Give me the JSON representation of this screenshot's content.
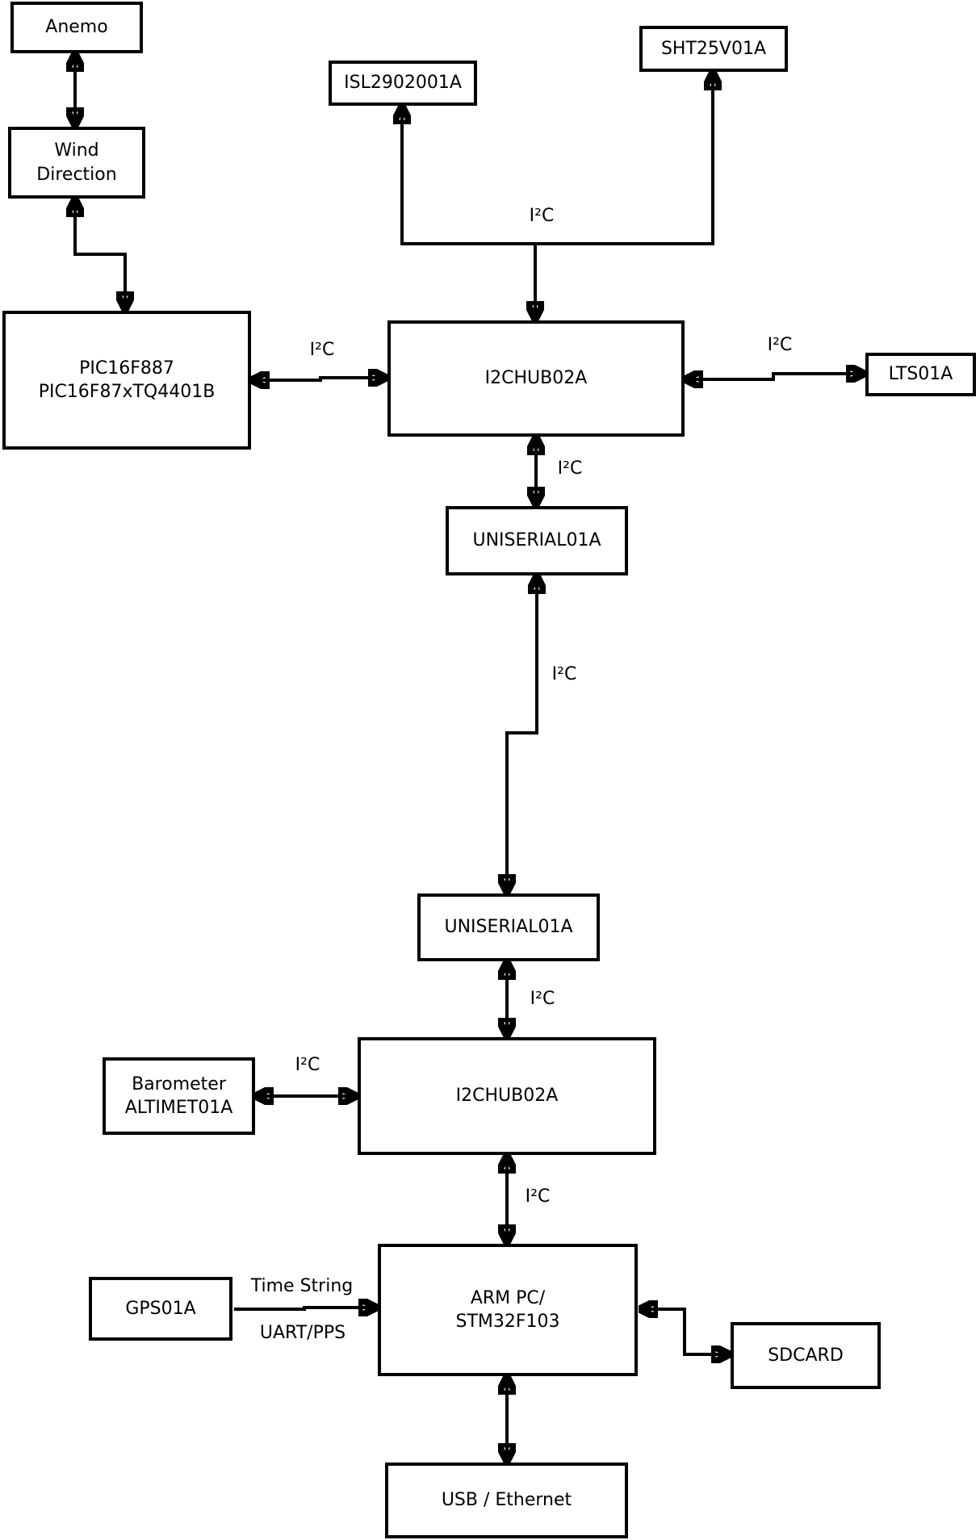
{
  "diagram": {
    "colors": {
      "line": "#000000",
      "box_border": "#000000",
      "box_fill": "#ffffff",
      "background": "#ffffff",
      "text": "#000000"
    },
    "nodes": {
      "anemo": {
        "label": "Anemo"
      },
      "wind_direction": {
        "line1": "Wind",
        "line2": "Direction"
      },
      "pic": {
        "line1": "PIC16F887",
        "line2": "PIC16F87xTQ4401B"
      },
      "isl": {
        "label": "ISL2902001A"
      },
      "sht": {
        "label": "SHT25V01A"
      },
      "hub1": {
        "label": "I2CHUB02A"
      },
      "lts": {
        "label": "LTS01A"
      },
      "uniserial1": {
        "label": "UNISERIAL01A"
      },
      "uniserial2": {
        "label": "UNISERIAL01A"
      },
      "hub2": {
        "label": "I2CHUB02A"
      },
      "barometer": {
        "line1": "Barometer",
        "line2": "ALTIMET01A"
      },
      "gps": {
        "label": "GPS01A"
      },
      "arm": {
        "line1": "ARM PC/",
        "line2": "STM32F103"
      },
      "sdcard": {
        "label": "SDCARD"
      },
      "usb": {
        "label": "USB / Ethernet"
      }
    },
    "edge_labels": {
      "sensors_to_hub1": "I²C",
      "pic_to_hub1": "I²C",
      "hub1_to_lts": "I²C",
      "hub1_to_uniserial1": "I²C",
      "uniserial1_to_uniserial2": "I²C",
      "uniserial2_to_hub2": "I²C",
      "barometer_to_hub2": "I²C",
      "hub2_to_arm": "I²C",
      "gps_to_arm_signal": "Time String",
      "gps_to_arm_bus": "UART/PPS"
    }
  }
}
